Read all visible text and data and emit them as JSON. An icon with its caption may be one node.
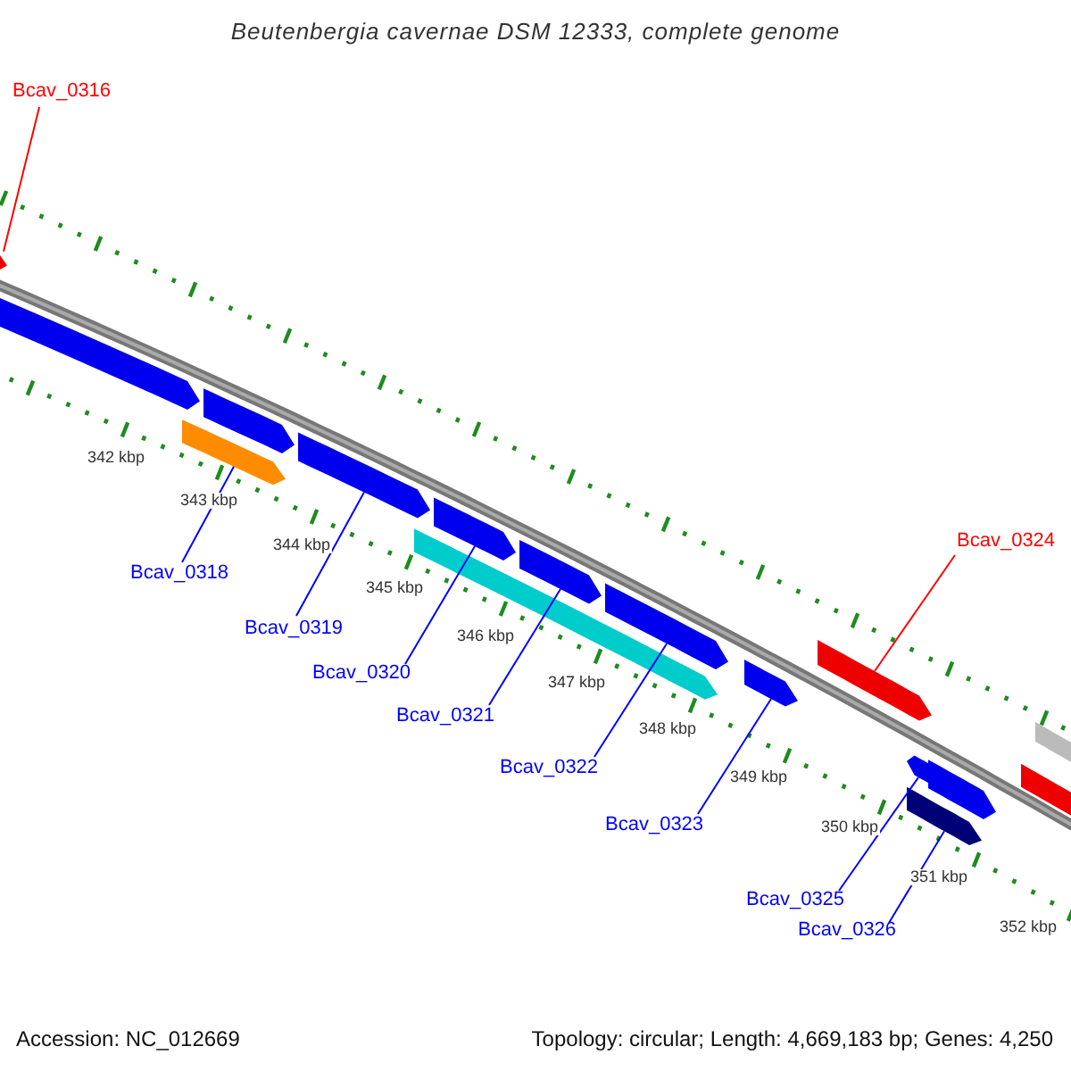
{
  "diagram": {
    "title": "Beutenbergia cavernae DSM 12333, complete genome",
    "nodes": [
      {
        "text": [
          "Bcav_0316"
        ]
      },
      {
        "text": [],
        "shape": "bar"
      },
      {
        "text": [
          "Bcav_0324"
        ]
      },
      {
        "text": [],
        "shape": "bar"
      },
      {
        "text": [
          "Bcav_0318"
        ]
      },
      {
        "text": [],
        "shape": "bar"
      },
      {
        "text": [
          "Bcav_0319"
        ]
      },
      {
        "text": [],
        "shape": "bar"
      },
      {
        "text": [
          "Bcav_0320"
        ]
      },
      {
        "text": [],
        "shape": "bar"
      },
      {
        "text": [
          "Bcav_0321"
        ]
      },
      {
        "text": [],
        "shape": "bar"
      },
      {
        "text": [
          "Bcav_0322"
        ]
      },
      {
        "text": [],
        "shape": "bar"
      },
      {
        "text": [
          "Bcav_0323"
        ]
      },
      {
        "text": [],
        "shape": "bar"
      },
      {
        "text": [
          "Bcav_0325"
        ]
      },
      {
        "text": [],
        "shape": "bar"
      },
      {
        "text": [
          "Bcav_0326"
        ]
      },
      {
        "text": [],
        "shape": "bar"
      },
      {
        "text": [],
        "shape": "bar"
      },
      {
        "text": [],
        "shape": "bar"
      },
      {
        "text": [],
        "shape": "bar"
      },
      {
        "text": [],
        "shape": "bar"
      },
      {
        "text": [],
        "shape": "bar"
      },
      {
        "text": [],
        "shape": "bar"
      }
    ],
    "edges": [
      {
        "from": 0,
        "to": 1,
        "arrow": "none",
        "color": "#ff0000"
      },
      {
        "from": 2,
        "to": 3,
        "arrow": "none",
        "color": "#ff0000"
      },
      {
        "from": 4,
        "to": 5,
        "arrow": "none"
      },
      {
        "from": 6,
        "to": 7,
        "arrow": "none"
      },
      {
        "from": 8,
        "to": 9,
        "arrow": "none"
      },
      {
        "from": 10,
        "to": 11,
        "arrow": "none"
      },
      {
        "from": 12,
        "to": 13,
        "arrow": "none"
      },
      {
        "from": 14,
        "to": 15,
        "arrow": "none"
      },
      {
        "from": 16,
        "to": 17,
        "arrow": "none"
      },
      {
        "from": 18,
        "to": 19,
        "arrow": "none"
      }
    ],
    "labels": [
      "342 kbp",
      "343 kbp",
      "344 kbp",
      "345 kbp",
      "346 kbp",
      "347 kbp",
      "348 kbp",
      "349 kbp",
      "350 kbp",
      "351 kbp",
      "352 kbp",
      "Accession: NC_012669",
      "Topology: circular; Length: 4,669,183 bp; Genes: 4,250"
    ]
  }
}
